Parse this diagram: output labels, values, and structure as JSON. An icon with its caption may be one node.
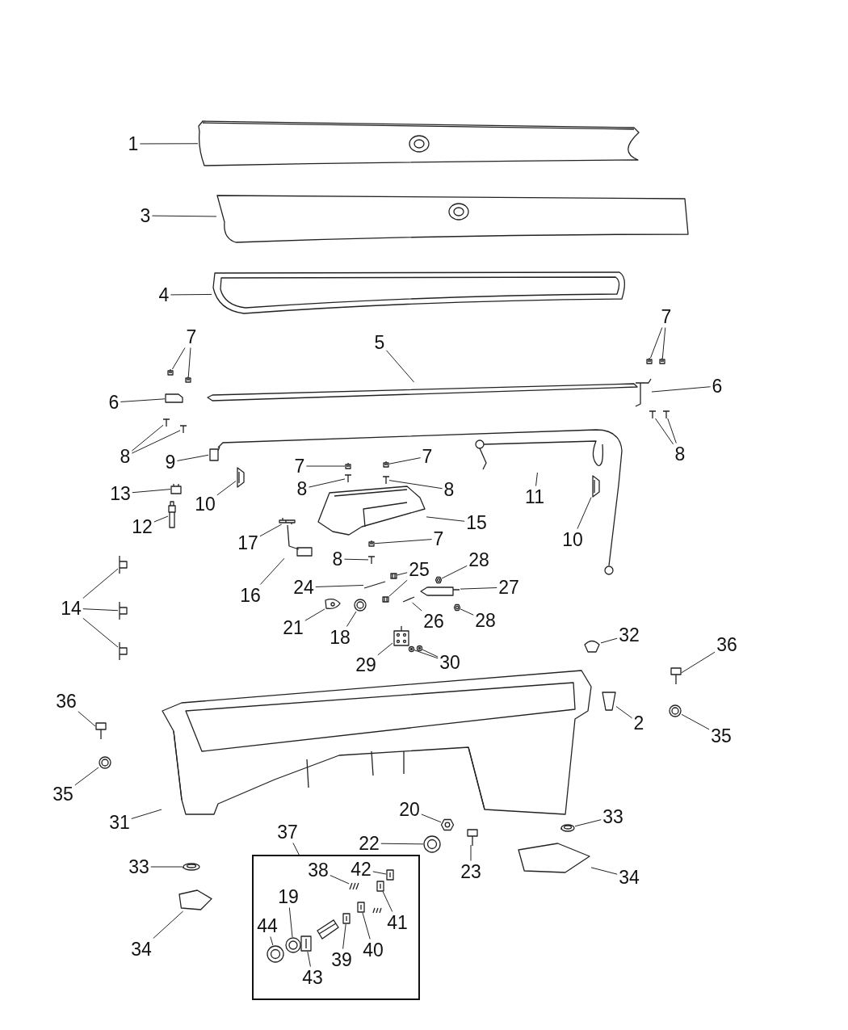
{
  "diagram": {
    "nodes": [
      {
        "text": [
          "1"
        ]
      },
      {
        "text": [
          "3"
        ]
      },
      {
        "text": [
          "4"
        ]
      },
      {
        "text": [
          "5"
        ]
      },
      {
        "text": [
          "7"
        ]
      },
      {
        "text": [
          "7"
        ]
      },
      {
        "text": [
          "6"
        ]
      },
      {
        "text": [
          "6"
        ]
      },
      {
        "text": [
          "8"
        ]
      },
      {
        "text": [
          "8"
        ]
      },
      {
        "text": [
          "9"
        ]
      },
      {
        "text": [
          "7"
        ]
      },
      {
        "text": [
          "7"
        ]
      },
      {
        "text": [
          "8"
        ]
      },
      {
        "text": [
          "8"
        ]
      },
      {
        "text": [
          "13"
        ]
      },
      {
        "text": [
          "10"
        ]
      },
      {
        "text": [
          "11"
        ]
      },
      {
        "text": [
          "12"
        ]
      },
      {
        "text": [
          "15"
        ]
      },
      {
        "text": [
          "10"
        ]
      },
      {
        "text": [
          "7"
        ]
      },
      {
        "text": [
          "17"
        ]
      },
      {
        "text": [
          "8"
        ]
      },
      {
        "text": [
          "16"
        ]
      },
      {
        "text": [
          "25"
        ]
      },
      {
        "text": [
          "28"
        ]
      },
      {
        "text": [
          "24"
        ]
      },
      {
        "text": [
          "27"
        ]
      },
      {
        "text": [
          "21"
        ]
      },
      {
        "text": [
          "26"
        ]
      },
      {
        "text": [
          "28"
        ]
      },
      {
        "text": [
          "18"
        ]
      },
      {
        "text": [
          "32"
        ]
      },
      {
        "text": [
          "36"
        ]
      },
      {
        "text": [
          "29"
        ]
      },
      {
        "text": [
          "30"
        ]
      },
      {
        "text": [
          "14"
        ]
      },
      {
        "text": [
          "36"
        ]
      },
      {
        "text": [
          "2"
        ]
      },
      {
        "text": [
          "35"
        ]
      },
      {
        "text": [
          "35"
        ]
      },
      {
        "text": [
          "31"
        ]
      },
      {
        "text": [
          "20"
        ]
      },
      {
        "text": [
          "33"
        ]
      },
      {
        "text": [
          "37"
        ]
      },
      {
        "text": [
          "22"
        ]
      },
      {
        "text": [
          "23"
        ]
      },
      {
        "text": [
          "33"
        ]
      },
      {
        "text": [
          "34"
        ]
      },
      {
        "text": [
          "34"
        ]
      },
      {
        "text": [],
        "shape": "box"
      },
      {
        "text": [
          "38"
        ],
        "in": 51
      },
      {
        "text": [
          "42"
        ],
        "in": 51
      },
      {
        "text": [
          "19"
        ],
        "in": 51
      },
      {
        "text": [
          "44"
        ],
        "in": 51
      },
      {
        "text": [
          "41"
        ],
        "in": 51
      },
      {
        "text": [
          "43"
        ],
        "in": 51
      },
      {
        "text": [
          "39"
        ],
        "in": 51
      },
      {
        "text": [
          "40"
        ],
        "in": 51
      },
      {
        "text": [],
        "shape": "picture"
      },
      {
        "text": [],
        "shape": "picture"
      },
      {
        "text": [],
        "shape": "picture"
      },
      {
        "text": [],
        "shape": "picture"
      },
      {
        "text": [],
        "shape": "picture"
      },
      {
        "text": [],
        "shape": "picture"
      },
      {
        "text": [],
        "shape": "picture"
      },
      {
        "text": [],
        "shape": "picture"
      },
      {
        "text": [],
        "shape": "picture"
      },
      {
        "text": [],
        "shape": "picture"
      },
      {
        "text": [],
        "shape": "picture"
      },
      {
        "text": [],
        "shape": "picture"
      },
      {
        "text": [],
        "shape": "picture"
      },
      {
        "text": [],
        "shape": "picture"
      },
      {
        "text": [],
        "shape": "picture"
      },
      {
        "text": [],
        "shape": "picture"
      },
      {
        "text": [],
        "shape": "picture"
      },
      {
        "text": [],
        "shape": "picture"
      },
      {
        "text": [],
        "shape": "picture"
      },
      {
        "text": [],
        "shape": "picture"
      },
      {
        "text": [],
        "shape": "picture"
      },
      {
        "text": [],
        "shape": "picture"
      },
      {
        "text": [],
        "shape": "picture"
      },
      {
        "text": [],
        "shape": "picture"
      },
      {
        "text": [],
        "shape": "picture"
      },
      {
        "text": [],
        "shape": "picture"
      },
      {
        "text": [],
        "shape": "picture"
      },
      {
        "text": [],
        "shape": "picture"
      },
      {
        "text": [],
        "shape": "picture"
      },
      {
        "text": [],
        "shape": "picture"
      },
      {
        "text": [],
        "shape": "picture"
      },
      {
        "text": [],
        "shape": "picture"
      },
      {
        "text": [],
        "shape": "picture"
      },
      {
        "text": [],
        "shape": "picture"
      },
      {
        "text": [],
        "shape": "picture"
      },
      {
        "text": [],
        "shape": "picture"
      },
      {
        "text": [],
        "shape": "picture"
      },
      {
        "text": [],
        "shape": "picture"
      },
      {
        "text": [],
        "shape": "picture"
      },
      {
        "text": [],
        "shape": "picture"
      },
      {
        "text": [],
        "shape": "picture"
      },
      {
        "text": [],
        "shape": "picture"
      },
      {
        "text": [],
        "shape": "picture"
      },
      {
        "text": [],
        "shape": "picture"
      },
      {
        "text": [],
        "shape": "picture"
      },
      {
        "text": [],
        "shape": "picture"
      },
      {
        "text": [],
        "shape": "picture"
      },
      {
        "text": [],
        "shape": "picture"
      },
      {
        "text": [],
        "shape": "picture"
      },
      {
        "text": [],
        "shape": "picture"
      },
      {
        "text": [],
        "shape": "picture"
      },
      {
        "text": [],
        "shape": "picture"
      },
      {
        "text": [],
        "shape": "picture"
      },
      {
        "text": [],
        "shape": "picture"
      },
      {
        "text": [],
        "shape": "picture"
      },
      {
        "text": [],
        "shape": "picture"
      },
      {
        "text": [],
        "shape": "picture"
      },
      {
        "text": [],
        "shape": "picture"
      },
      {
        "text": [],
        "shape": "picture",
        "in": 51
      },
      {
        "text": [],
        "shape": "picture",
        "in": 51
      },
      {
        "text": [],
        "shape": "picture",
        "in": 51
      },
      {
        "text": [],
        "shape": "picture",
        "in": 51
      },
      {
        "text": [],
        "shape": "picture",
        "in": 51
      },
      {
        "text": [],
        "shape": "picture",
        "in": 51
      },
      {
        "text": [],
        "shape": "picture",
        "in": 51
      },
      {
        "text": [],
        "shape": "picture",
        "in": 51
      }
    ],
    "edges": [
      {
        "from": 0,
        "to": 60,
        "arrow": "none"
      },
      {
        "from": 1,
        "to": 61,
        "arrow": "none"
      },
      {
        "from": 2,
        "to": 62,
        "arrow": "none"
      },
      {
        "from": 3,
        "to": 63,
        "arrow": "none"
      },
      {
        "from": 4,
        "to": 64,
        "arrow": "none"
      },
      {
        "from": 4,
        "to": 65,
        "arrow": "none"
      },
      {
        "from": 5,
        "to": 66,
        "arrow": "none"
      },
      {
        "from": 5,
        "to": 67,
        "arrow": "none"
      },
      {
        "from": 6,
        "to": 68,
        "arrow": "none"
      },
      {
        "from": 7,
        "to": 69,
        "arrow": "none"
      },
      {
        "from": 8,
        "to": 70,
        "arrow": "none"
      },
      {
        "from": 8,
        "to": 71,
        "arrow": "none"
      },
      {
        "from": 9,
        "to": 72,
        "arrow": "none"
      },
      {
        "from": 9,
        "to": 73,
        "arrow": "none"
      },
      {
        "from": 10,
        "to": 74,
        "arrow": "none"
      },
      {
        "from": 11,
        "to": 75,
        "arrow": "none"
      },
      {
        "from": 12,
        "to": 76,
        "arrow": "none"
      },
      {
        "from": 13,
        "to": 77,
        "arrow": "none"
      },
      {
        "from": 14,
        "to": 78,
        "arrow": "none"
      },
      {
        "from": 15,
        "to": 79,
        "arrow": "none"
      },
      {
        "from": 16,
        "to": 80,
        "arrow": "none"
      },
      {
        "from": 17,
        "to": 81,
        "arrow": "none"
      },
      {
        "from": 18,
        "to": 82,
        "arrow": "none"
      },
      {
        "from": 19,
        "to": 83,
        "arrow": "none"
      },
      {
        "from": 20,
        "to": 84,
        "arrow": "none"
      },
      {
        "from": 21,
        "to": 85,
        "arrow": "none"
      },
      {
        "from": 22,
        "to": 86,
        "arrow": "none"
      },
      {
        "from": 23,
        "to": 87,
        "arrow": "none"
      },
      {
        "from": 24,
        "to": 88,
        "arrow": "none"
      },
      {
        "from": 25,
        "to": 89,
        "arrow": "none"
      },
      {
        "from": 25,
        "to": 90,
        "arrow": "none"
      },
      {
        "from": 26,
        "to": 91,
        "arrow": "none"
      },
      {
        "from": 27,
        "to": 92,
        "arrow": "none"
      },
      {
        "from": 28,
        "to": 93,
        "arrow": "none"
      },
      {
        "from": 29,
        "to": 94,
        "arrow": "none"
      },
      {
        "from": 30,
        "to": 95,
        "arrow": "none"
      },
      {
        "from": 31,
        "to": 96,
        "arrow": "none"
      },
      {
        "from": 32,
        "to": 97,
        "arrow": "none"
      },
      {
        "from": 33,
        "to": 98,
        "arrow": "none"
      },
      {
        "from": 34,
        "to": 99,
        "arrow": "none"
      },
      {
        "from": 35,
        "to": 100,
        "arrow": "none"
      },
      {
        "from": 36,
        "to": 101,
        "arrow": "none"
      },
      {
        "from": 36,
        "to": 102,
        "arrow": "none"
      },
      {
        "from": 37,
        "to": 103,
        "arrow": "none"
      },
      {
        "from": 37,
        "to": 104,
        "arrow": "none"
      },
      {
        "from": 37,
        "to": 105,
        "arrow": "none"
      },
      {
        "from": 38,
        "to": 106,
        "arrow": "none"
      },
      {
        "from": 39,
        "to": 107,
        "arrow": "none"
      },
      {
        "from": 40,
        "to": 108,
        "arrow": "none"
      },
      {
        "from": 41,
        "to": 109,
        "arrow": "none"
      },
      {
        "from": 42,
        "to": 110,
        "arrow": "none"
      },
      {
        "from": 43,
        "to": 111,
        "arrow": "none"
      },
      {
        "from": 44,
        "to": 112,
        "arrow": "none"
      },
      {
        "from": 45,
        "to": 51,
        "arrow": "none"
      },
      {
        "from": 46,
        "to": 113,
        "arrow": "none"
      },
      {
        "from": 47,
        "to": 114,
        "arrow": "none"
      },
      {
        "from": 48,
        "to": 115,
        "arrow": "none"
      },
      {
        "from": 49,
        "to": 116,
        "arrow": "none"
      },
      {
        "from": 50,
        "to": 117,
        "arrow": "none"
      },
      {
        "from": 52,
        "to": 118,
        "arrow": "none"
      },
      {
        "from": 53,
        "to": 119,
        "arrow": "none"
      },
      {
        "from": 54,
        "to": 120,
        "arrow": "none"
      },
      {
        "from": 55,
        "to": 121,
        "arrow": "none"
      },
      {
        "from": 56,
        "to": 122,
        "arrow": "none"
      },
      {
        "from": 57,
        "to": 123,
        "arrow": "none"
      },
      {
        "from": 58,
        "to": 124,
        "arrow": "none"
      },
      {
        "from": 59,
        "to": 125,
        "arrow": "none"
      }
    ]
  }
}
